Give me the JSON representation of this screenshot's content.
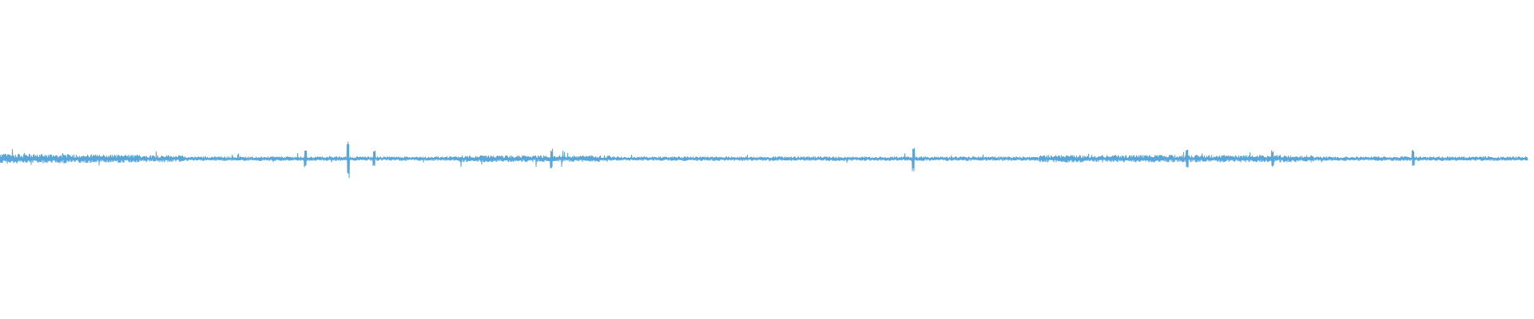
{
  "waveform": {
    "color": "#5aa6d9",
    "background": "#ffffff",
    "peaks": [
      {
        "pos": 0.2,
        "amp": 0.06
      },
      {
        "pos": 0.228,
        "amp": 0.14
      },
      {
        "pos": 0.245,
        "amp": 0.06
      },
      {
        "pos": 0.361,
        "amp": 0.07
      },
      {
        "pos": 0.598,
        "amp": 0.09
      },
      {
        "pos": 0.777,
        "amp": 0.08
      },
      {
        "pos": 0.833,
        "amp": 0.06
      },
      {
        "pos": 0.925,
        "amp": 0.06
      }
    ]
  }
}
